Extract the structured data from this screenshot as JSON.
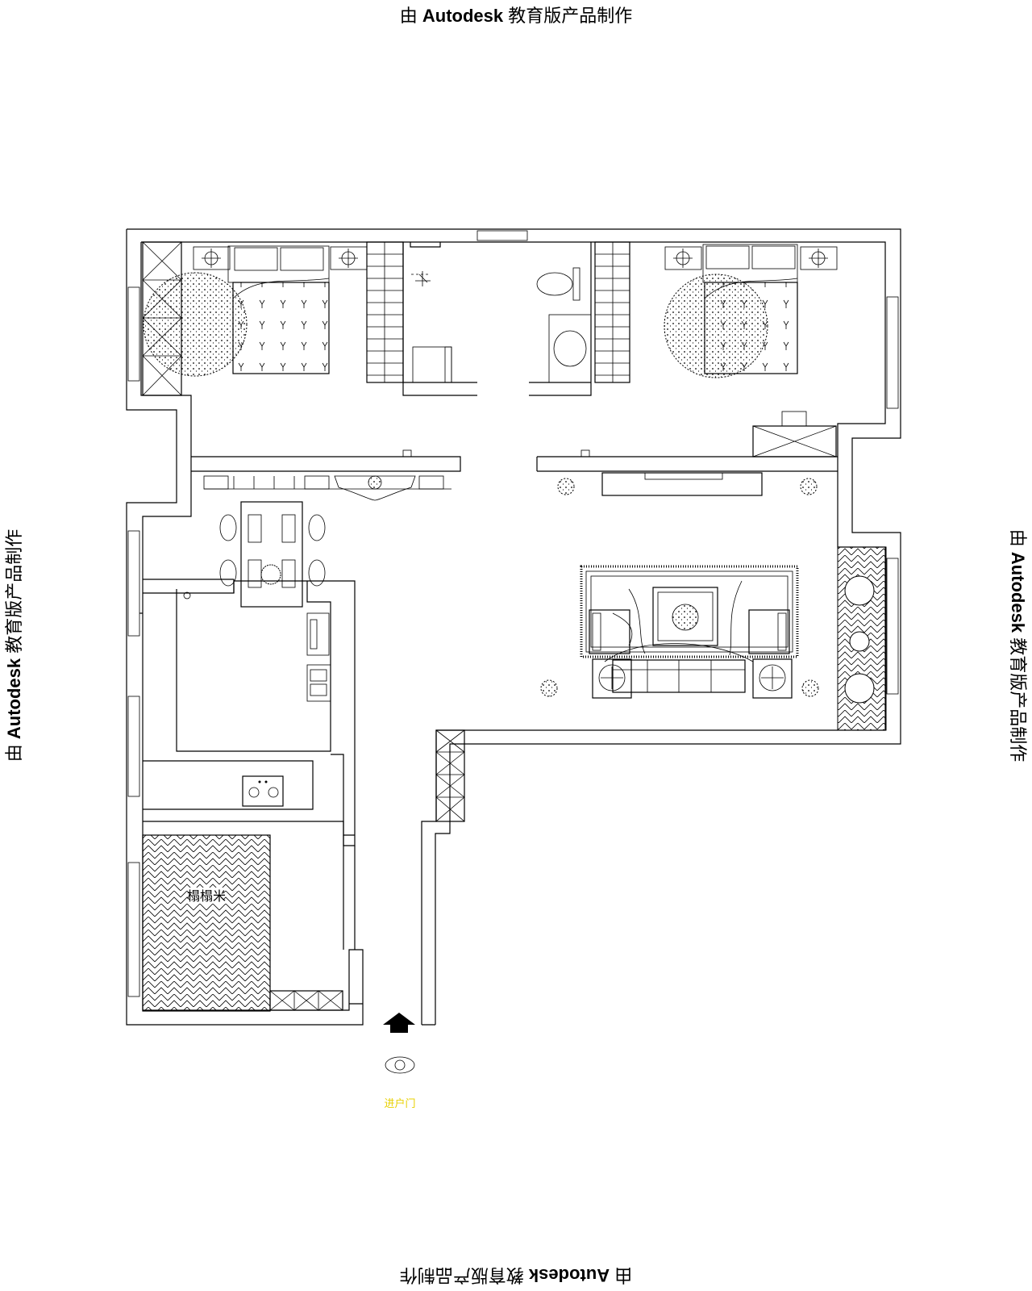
{
  "watermark": {
    "prefix": "由",
    "brand": "Autodesk",
    "suffix": "教育版产品制作"
  },
  "labels": {
    "tatami": "榻榻米",
    "entrance": "进户门"
  },
  "colors": {
    "line": "#000000",
    "background": "#ffffff",
    "entrance_label": "#e8d000"
  }
}
